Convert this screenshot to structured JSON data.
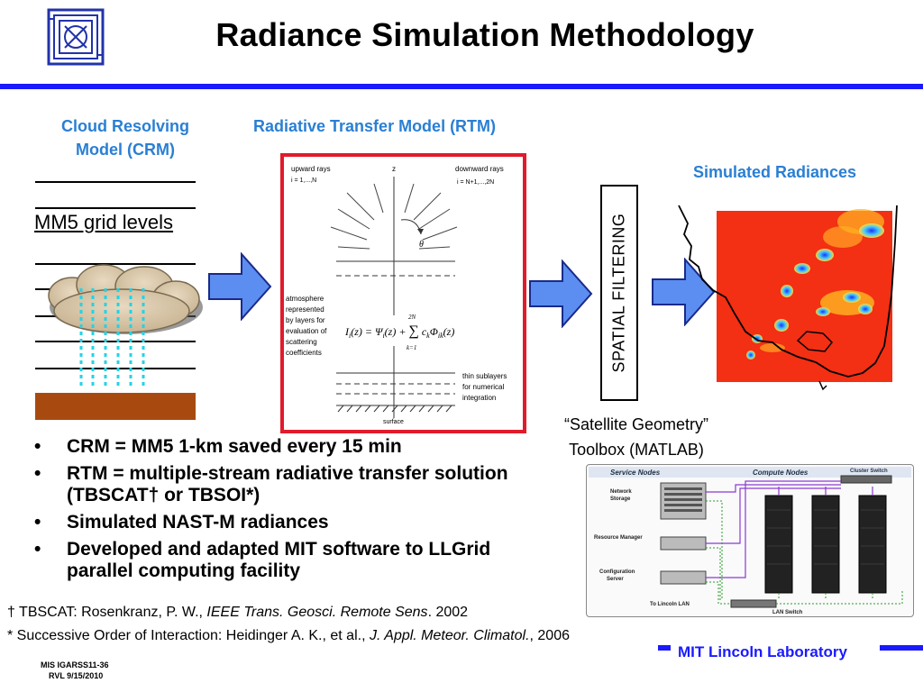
{
  "title": "Radiance Simulation Methodology",
  "labels": {
    "crm_line1": "Cloud Resolving",
    "crm_line2": "Model (CRM)",
    "rtm": "Radiative Transfer Model (RTM)",
    "simulated": "Simulated Radiances",
    "mm5": "MM5 grid levels",
    "spatial": "SPATIAL FILTERING",
    "sat_line1": "“Satellite Geometry”",
    "sat_line2": "Toolbox (MATLAB)"
  },
  "rtm_figure": {
    "upward": "upward rays",
    "upward_idx": "i = 1,...,N",
    "z": "z",
    "downward": "downward rays",
    "downward_idx": "i = N+1,...,2N",
    "theta": "θ",
    "atmos": [
      "atmosphere",
      "represented",
      "by layers for",
      "evaluation of",
      "scattering",
      "coefficients"
    ],
    "thin": [
      "thin sublayers",
      "for numerical",
      "integration"
    ],
    "surface": "surface"
  },
  "bullets": [
    "CRM = MM5 1-km saved every 15 min",
    "RTM = multiple-stream radiative transfer solution  (TBSCAT† or TBSOI*)",
    "Simulated NAST-M radiances",
    "Developed and adapted MIT software to LLGrid parallel computing facility"
  ],
  "bullet_glyph": "•",
  "refs": {
    "r1_pre": "† TBSCAT: Rosenkranz, P. W., ",
    "r1_journal": "IEEE Trans. Geosci. Remote Sens",
    "r1_post": ". 2002",
    "r2_pre": "* Successive Order of Interaction: Heidinger A. K., et al., ",
    "r2_journal": "J. Appl. Meteor. Climatol.",
    "r2_post": ", 2006"
  },
  "cluster": {
    "service_nodes": "Service Nodes",
    "compute_nodes": "Compute Nodes",
    "cluster_switch": "Cluster Switch",
    "network_storage_1": "Network",
    "network_storage_2": "Storage",
    "resource_manager": "Resource Manager",
    "config_1": "Configuration",
    "config_2": "Server",
    "to_lincoln": "To Lincoln LAN",
    "lan_switch": "LAN Switch"
  },
  "footer": {
    "lab": "MIT Lincoln Laboratory",
    "mis": "MIS IGARSS11-36",
    "rvl": "RVL 9/15/2010"
  },
  "colors": {
    "title_rule": "#1a1aff",
    "label_blue": "#2a7fd4",
    "arrow_fill": "#5b8ef0",
    "rtm_border": "#e01b2b",
    "ground": "#a84a10",
    "radiance_background": "#ef2010"
  }
}
